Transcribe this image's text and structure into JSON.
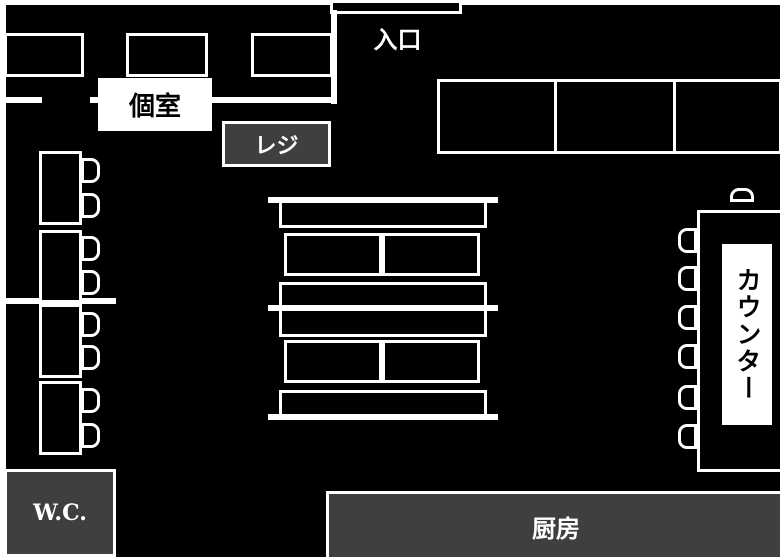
{
  "labels": {
    "entrance": "入口",
    "private_room": "個室",
    "register": "レジ",
    "counter": "カウンター",
    "restroom": "W.C.",
    "kitchen": "厨房"
  },
  "colors": {
    "background": "#000000",
    "lines": "#ffffff",
    "block_fill": "#3f3f3f"
  }
}
